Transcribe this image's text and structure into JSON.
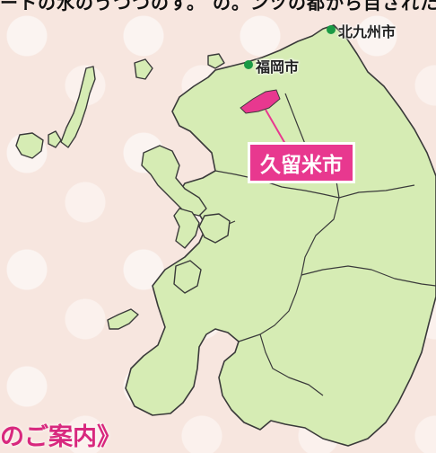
{
  "header": {
    "partial_text": "ートの水のうつつのす。 の。ンツの都から目された"
  },
  "map": {
    "cities": [
      {
        "name": "北九州市",
        "marker": "green-dot"
      },
      {
        "name": "福岡市",
        "marker": "green-dot"
      }
    ],
    "highlight": {
      "name": "久留米市",
      "color": "#e8388f"
    },
    "land_color": "#d6ecb4",
    "marker_color": "#1a9a45"
  },
  "footer": {
    "heading": "のご案内》"
  }
}
